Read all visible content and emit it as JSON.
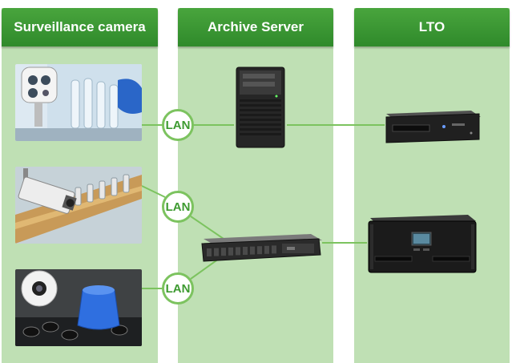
{
  "columns": {
    "camera": {
      "title": "Surveillance camera"
    },
    "server": {
      "title": "Archive Server"
    },
    "lto": {
      "title": "LTO"
    }
  },
  "connections": {
    "lan_1": "LAN",
    "lan_2": "LAN",
    "lan_3": "LAN"
  },
  "colors": {
    "header_green": "#3a9a33",
    "column_bg": "#bfe0b4",
    "line_green": "#7cc35f"
  }
}
